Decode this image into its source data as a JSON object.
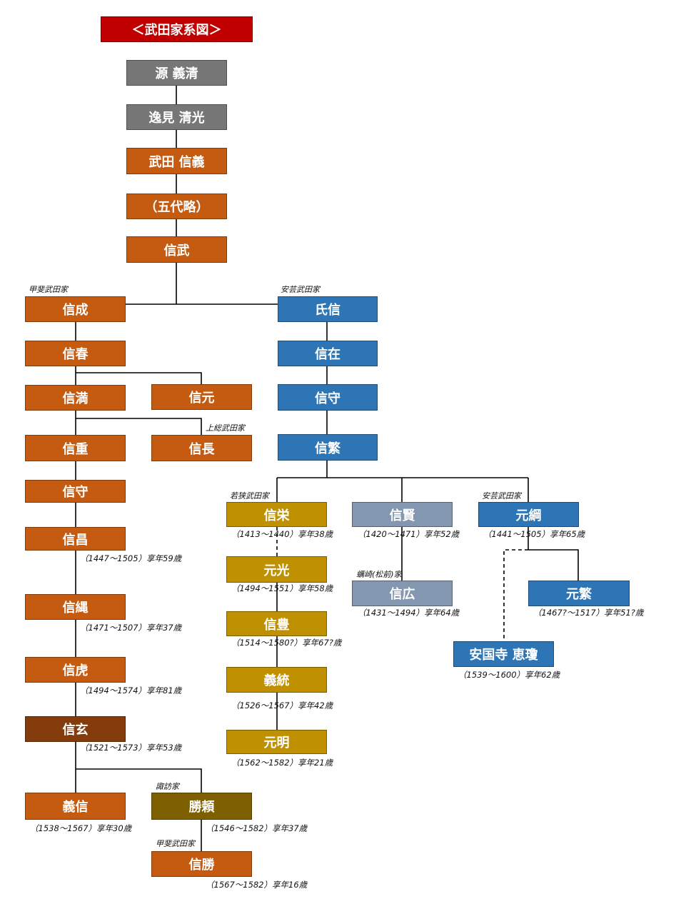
{
  "title": "＜武田家系図＞",
  "colors": {
    "title": "#c00000",
    "ancestor": "#777777",
    "kai": "#c55a11",
    "shingen": "#843c0c",
    "aki": "#2e75b6",
    "wakasa": "#bf9000",
    "nobukata": "#8497b0",
    "katsuyori": "#7f6000",
    "line": "#000000"
  },
  "nodes": {
    "yoshikiyo": "源 義清",
    "kiyomitsu": "逸見 清光",
    "nobuyoshi": "武田 信義",
    "godai": "（五代略）",
    "nobutake": "信武",
    "nobunari": "信成",
    "nobuharu": "信春",
    "nobumitsu": "信満",
    "nobumoto": "信元",
    "nobushige": "信重",
    "nobunaga": "信長",
    "nobumori_kai": "信守",
    "nobumasa": "信昌",
    "nobutsuna": "信縄",
    "nobutora": "信虎",
    "shingen": "信玄",
    "yoshinobu": "義信",
    "katsuyori": "勝頼",
    "nobukatsu": "信勝",
    "ujinobu": "氏信",
    "nobuari": "信在",
    "nobumori_aki": "信守",
    "nobushige_aki": "信繁",
    "nobuhide": "信栄",
    "nobukata": "信賢",
    "mototsuna": "元綱",
    "motomitsu": "元光",
    "nobuhiro": "信広",
    "motoshige": "元繁",
    "nobutoyo": "信豊",
    "ankokuji": "安国寺 恵瓊",
    "yoshizumi": "義統",
    "motoaki": "元明"
  },
  "clans": {
    "kai": "甲斐武田家",
    "aki": "安芸武田家",
    "kazusa": "上総武田家",
    "wakasa": "若狭武田家",
    "aki2": "安芸武田家",
    "kakizaki": "蠣崎(松前)家",
    "suwa": "諏訪家",
    "kai2": "甲斐武田家"
  },
  "lifespans": {
    "nobumasa": "（1447～1505）享年59歳",
    "nobutsuna": "（1471～1507）享年37歳",
    "nobutora": "（1494～1574）享年81歳",
    "shingen": "（1521～1573）享年53歳",
    "yoshinobu": "（1538～1567）享年30歳",
    "katsuyori": "（1546～1582）享年37歳",
    "nobukatsu": "（1567～1582）享年16歳",
    "nobuhide": "（1413～1440）享年38歳",
    "nobukata": "（1420～1471）享年52歳",
    "mototsuna": "（1441～1505）享年65歳",
    "motomitsu": "（1494～1551）享年58歳",
    "nobuhiro": "（1431～1494）享年64歳",
    "motoshige": "（1467?～1517）享年51?歳",
    "nobutoyo": "（1514～1580?）享年67?歳",
    "ankokuji": "（1539～1600）享年62歳",
    "yoshizumi": "（1526～1567）享年42歳",
    "motoaki": "（1562～1582）享年21歳"
  }
}
